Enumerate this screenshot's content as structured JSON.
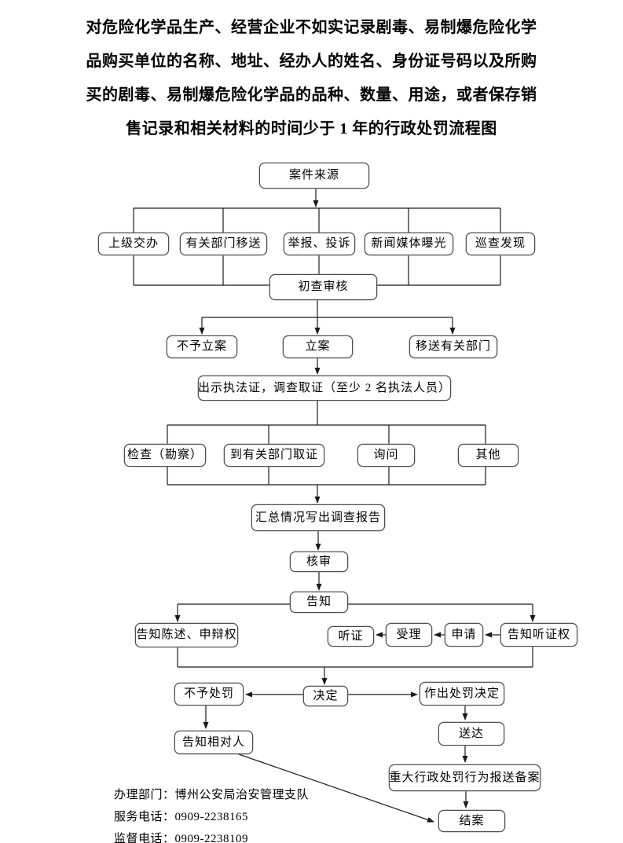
{
  "title": {
    "lines": [
      "对危险化学品生产、经营企业不如实记录剧毒、易制爆危险化学",
      "品购买单位的名称、地址、经办人的姓名、身份证号码以及所购",
      "买的剧毒、易制爆危险化学品的品种、数量、用途，或者保存销",
      "售记录和相关材料的时间少于 1 年的行政处罚流程图"
    ]
  },
  "nodes": {
    "case_source": {
      "label": "案件来源"
    },
    "src_superior": {
      "label": "上级交办"
    },
    "src_dept_transfer": {
      "label": "有关部门移送"
    },
    "src_report": {
      "label": "举报、投诉"
    },
    "src_media": {
      "label": "新闻媒体曝光"
    },
    "src_patrol": {
      "label": "巡查发现"
    },
    "initial_review": {
      "label": "初查审核"
    },
    "no_filing": {
      "label": "不予立案"
    },
    "filing": {
      "label": "立案"
    },
    "transfer_out": {
      "label": "移送有关部门"
    },
    "evidence": {
      "label": "出示执法证，调查取证（至少 2 名执法人员）"
    },
    "inspect": {
      "label": "检查（勘察）"
    },
    "dept_evidence": {
      "label": "到有关部门取证"
    },
    "inquiry": {
      "label": "询问"
    },
    "other": {
      "label": "其他"
    },
    "summary_report": {
      "label": "汇总情况写出调查报告"
    },
    "verify": {
      "label": "核审"
    },
    "notify": {
      "label": "告知"
    },
    "notify_statement": {
      "label": "告知陈述、申辩权"
    },
    "hearing": {
      "label": "听证"
    },
    "accept": {
      "label": "受理"
    },
    "apply": {
      "label": "申请"
    },
    "notify_hearing_right": {
      "label": "告知听证权"
    },
    "decision": {
      "label": "决定"
    },
    "no_punishment": {
      "label": "不予处罚"
    },
    "punishment_decision": {
      "label": "作出处罚决定"
    },
    "notify_party": {
      "label": "告知相对人"
    },
    "deliver": {
      "label": "送达"
    },
    "major_filing": {
      "label": "重大行政处罚行为报送备案"
    },
    "close_case": {
      "label": "结案"
    }
  },
  "footer": {
    "department": "办理部门：博州公安局治安管理支队",
    "service_phone": "服务电话：0909-2238165",
    "supervision_phone": "监督电话：0909-2238109"
  },
  "colors": {
    "background": "#ffffff",
    "box_border": "#4d4d4d",
    "line": "#1a1a1a",
    "text": "#000000"
  }
}
